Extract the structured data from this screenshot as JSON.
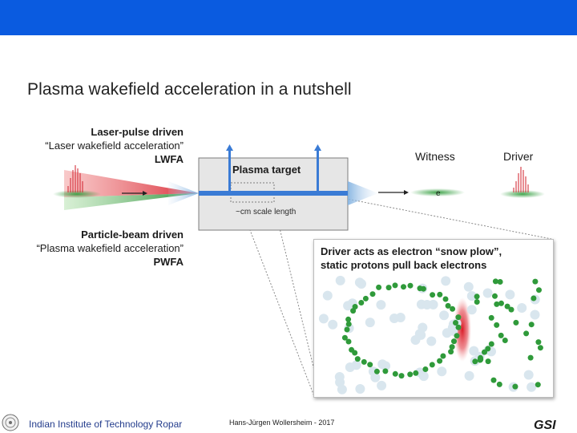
{
  "slide": {
    "title": "Plasma wakefield acceleration in a nutshell"
  },
  "lwfa": {
    "line1": "Laser-pulse driven",
    "line2": "“Laser wakefield acceleration”",
    "line3": "LWFA"
  },
  "pwfa": {
    "line1": "Particle-beam driven",
    "line2": "“Plasma wakefield acceleration”",
    "line3": "PWFA"
  },
  "target": {
    "label": "Plasma target",
    "scale": "~cm scale length"
  },
  "witness": {
    "label": "Witness",
    "particle": "e"
  },
  "driver": {
    "label": "Driver"
  },
  "snowplow": {
    "line1": "Driver acts as electron “snow plow”,",
    "line2": "static protons pull back electrons"
  },
  "footer": {
    "institution": "Indian Institute of Technology Ropar",
    "author": "Hans-Jürgen Wollersheim - 2017",
    "logo": "GSI"
  },
  "colors": {
    "topbar": "#0a5be0",
    "laser_cone": "#e0303a",
    "beam_cone": "#2f9a3a",
    "plasma_channel": "#3a7bd5",
    "electron": "#2f9a3a",
    "proton": "#d9e6ee"
  }
}
